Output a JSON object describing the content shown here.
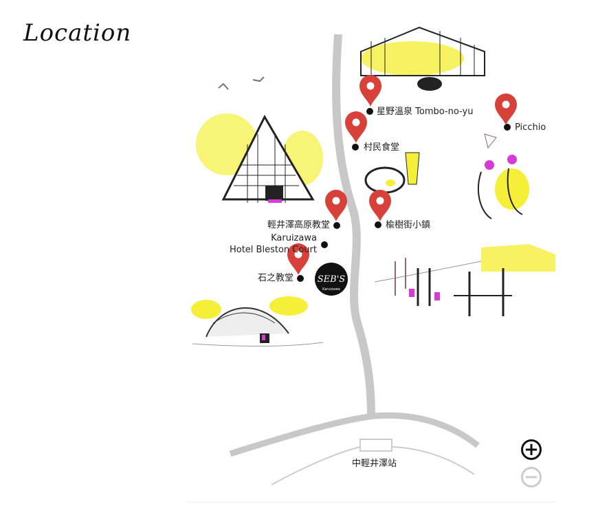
{
  "title": "Location",
  "colors": {
    "pin": "#d8403a",
    "road": "#c8c8c8",
    "accent_yellow": "#f5ef3a",
    "accent_magenta": "#d63bd6"
  },
  "places": [
    {
      "name": "星野溫泉 Tombo-no-yu",
      "pinned": true
    },
    {
      "name": "Picchio",
      "pinned": true
    },
    {
      "name": "村民食堂",
      "pinned": true
    },
    {
      "name": "輕井澤高原教堂",
      "pinned": true
    },
    {
      "name": "楡樹街小鎮",
      "pinned": true
    },
    {
      "name_line1": "Karuizawa",
      "name_line2": "Hotel Bleston Court",
      "pinned": false
    },
    {
      "name": "石之教堂",
      "pinned": true
    }
  ],
  "logo": {
    "text": "SEB'S",
    "sub": "Karuizawa"
  },
  "station": "中輕井澤站",
  "zoom_controls": {
    "zoom_in": "+",
    "zoom_out": "−",
    "zoom_out_enabled": false
  }
}
